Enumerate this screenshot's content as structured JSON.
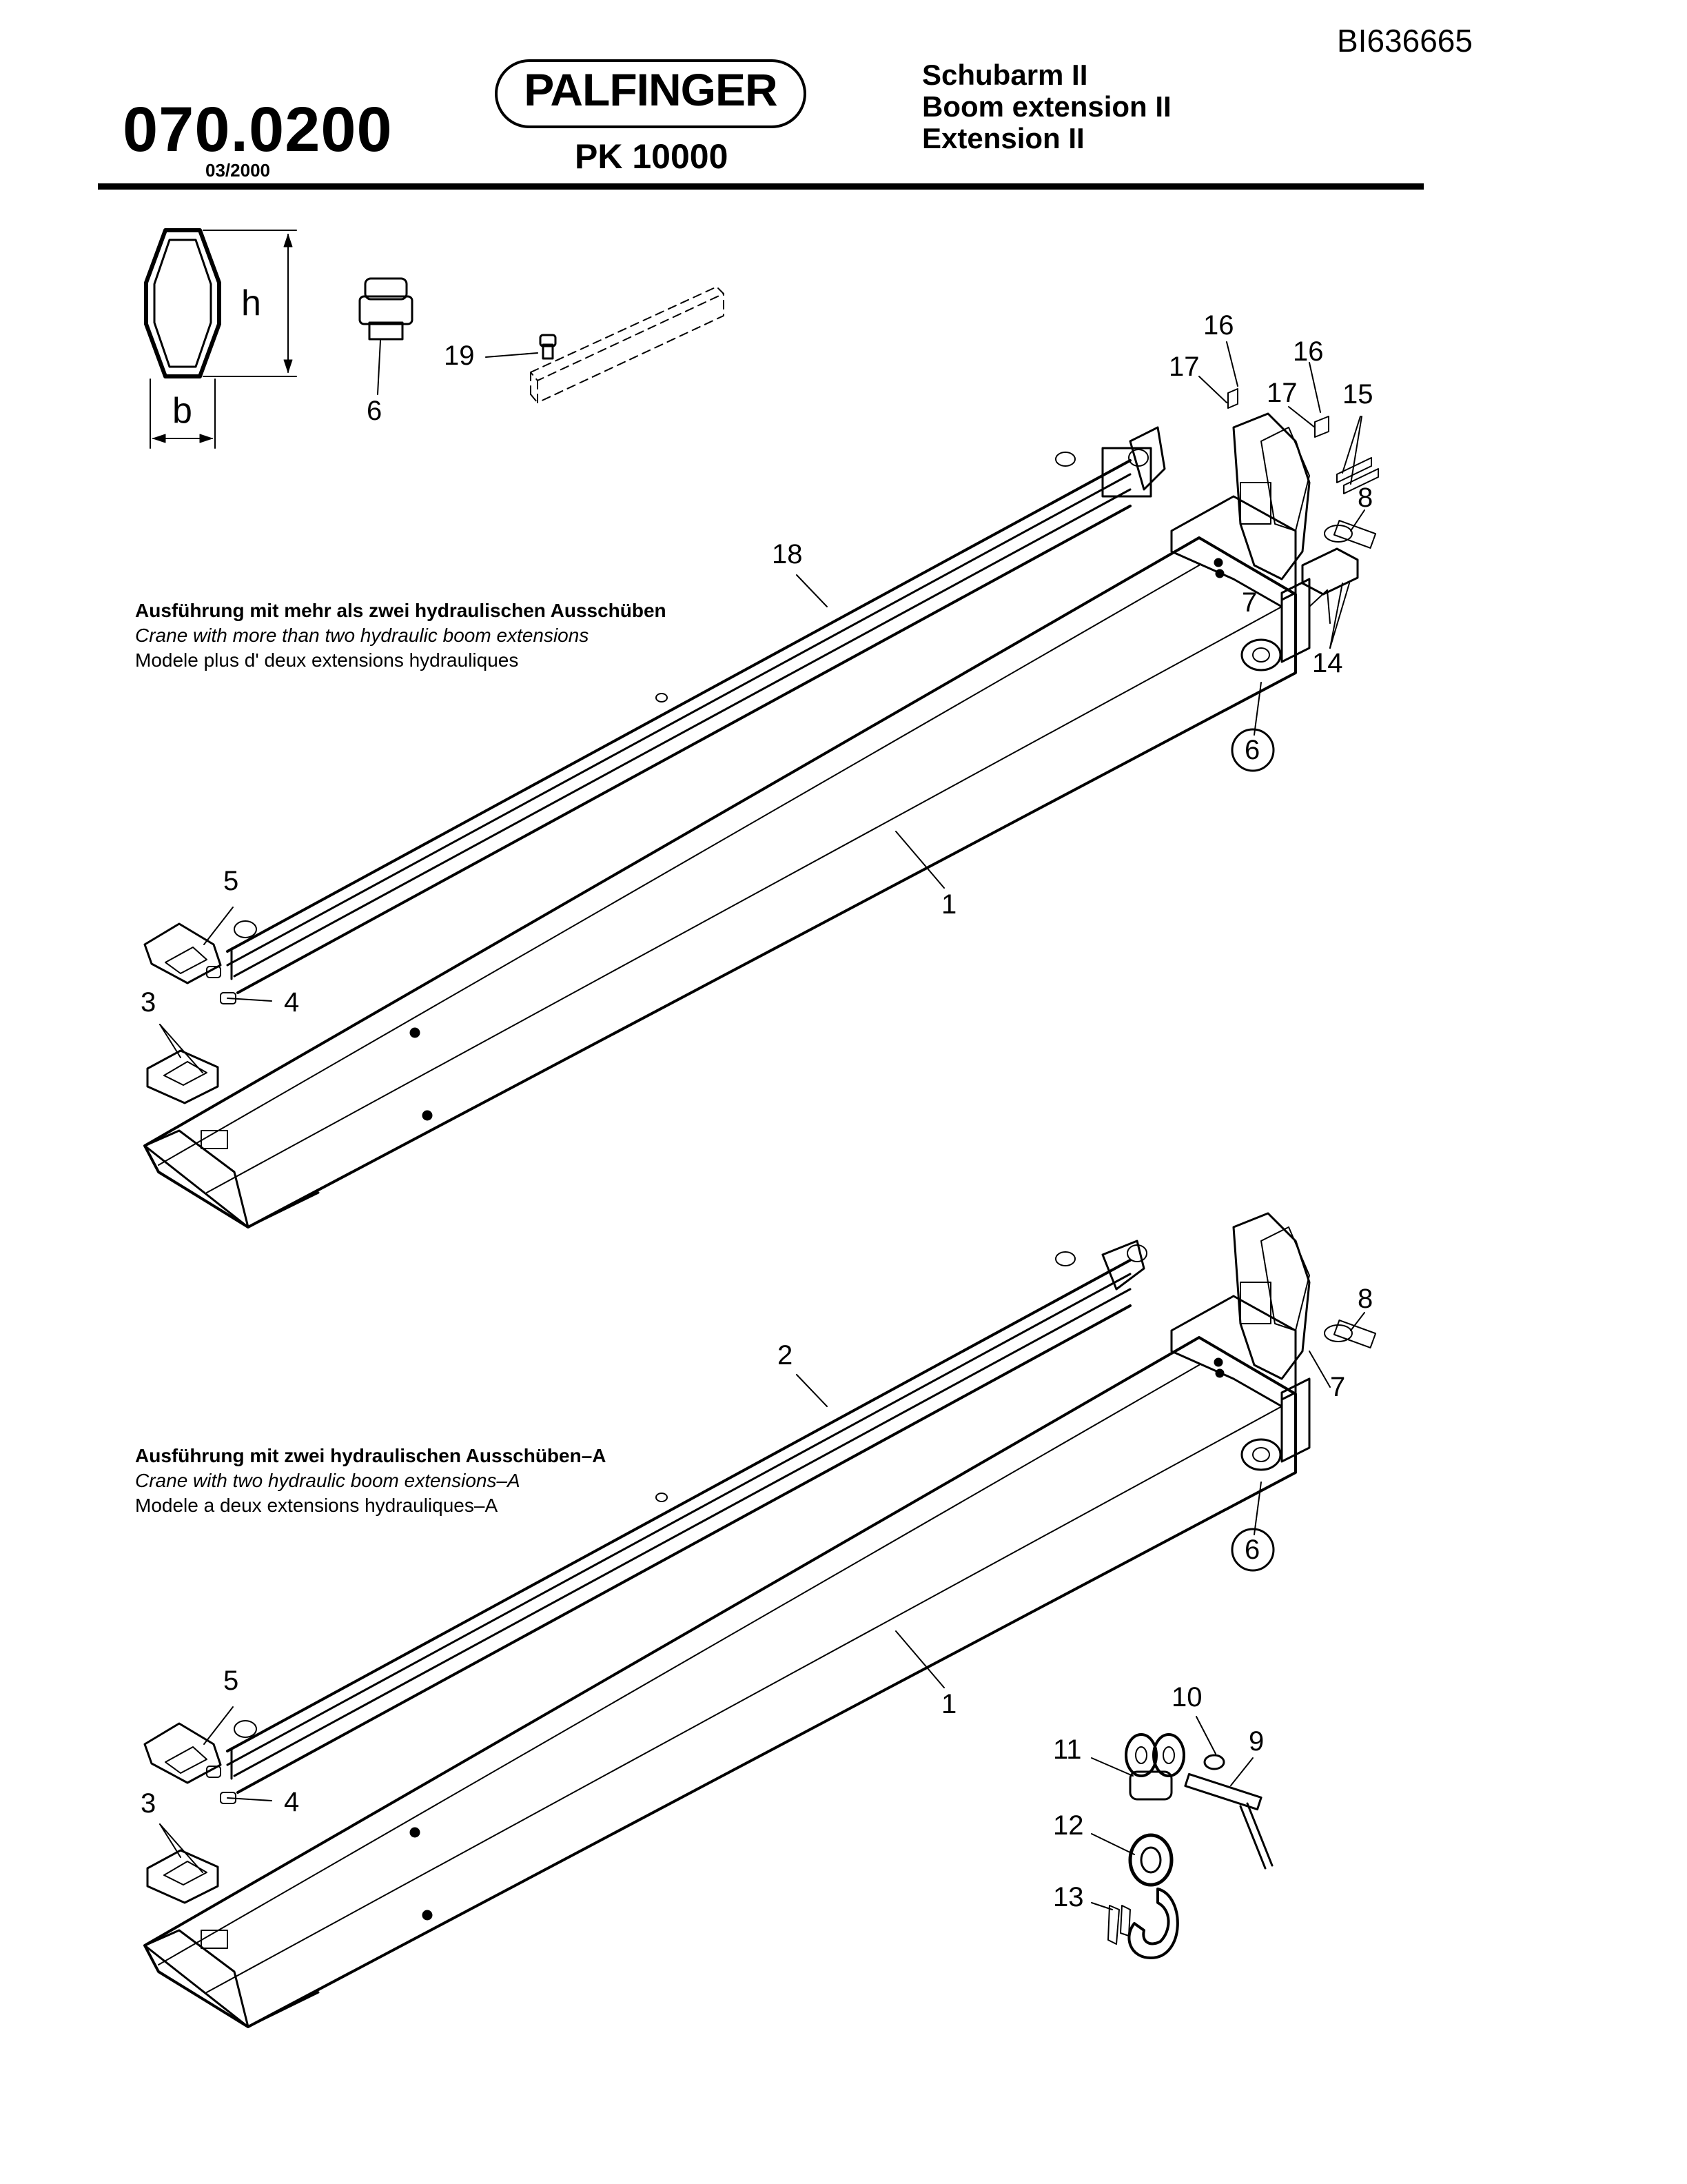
{
  "header": {
    "doc_id": "BI636665",
    "part_number": "070.0200",
    "date": "03/2000",
    "brand": "PALFINGER",
    "model": "PK 10000",
    "title_de": "Schubarm II",
    "title_en": "Boom extension II",
    "title_fr": "Extension II"
  },
  "section_top": {
    "caption_de": "Ausführung mit mehr als zwei hydraulischen Ausschüben",
    "caption_en": "Crane with more than two hydraulic boom extensions",
    "caption_fr": "Modele plus d' deux extensions hydrauliques"
  },
  "section_bottom": {
    "caption_de": "Ausführung mit zwei hydraulischen Ausschüben–A",
    "caption_en": "Crane with two hydraulic boom extensions–A",
    "caption_fr": "Modele a deux extensions hydrauliques–A"
  },
  "seal_dims": {
    "h": "h",
    "b": "b"
  },
  "callouts": {
    "c1a": "1",
    "c1b": "1",
    "c2": "2",
    "c3a": "3",
    "c3b": "3",
    "c4a": "4",
    "c4b": "4",
    "c5a": "5",
    "c5b": "5",
    "c6top": "6",
    "c6a": "6",
    "c6b": "6",
    "c7a": "7",
    "c7b": "7",
    "c8a": "8",
    "c8b": "8",
    "c9": "9",
    "c10": "10",
    "c11": "11",
    "c12": "12",
    "c13": "13",
    "c14": "14",
    "c15": "15",
    "c16a": "16",
    "c16b": "16",
    "c17a": "17",
    "c17b": "17",
    "c18": "18",
    "c19": "19"
  }
}
